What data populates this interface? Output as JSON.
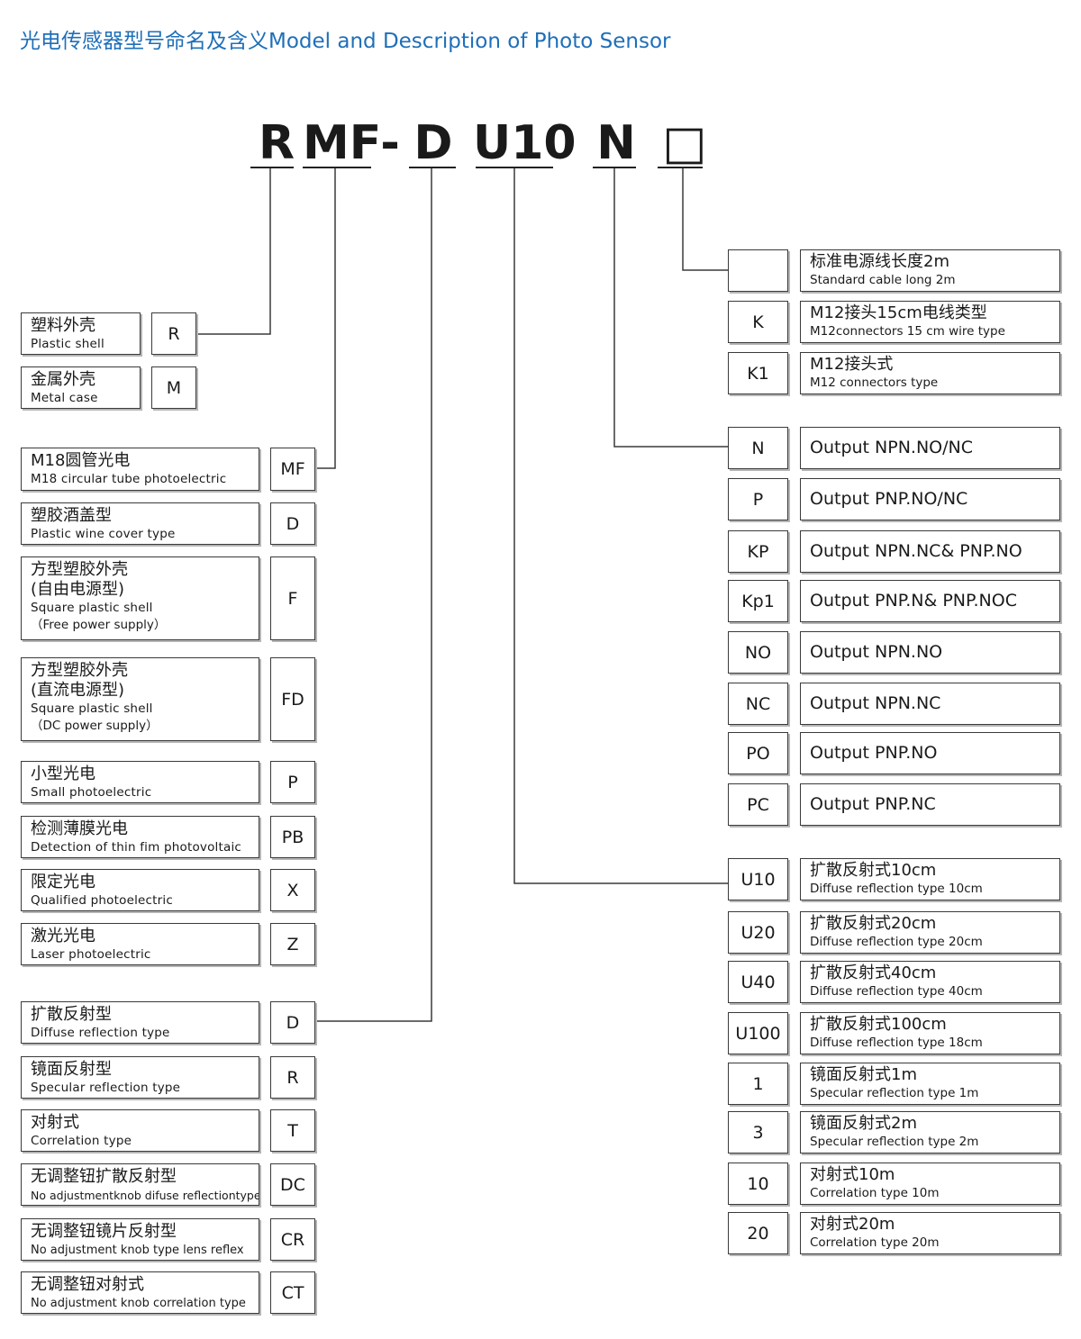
{
  "title": {
    "zh": "光电传感器型号命名及含义",
    "en": "Model and Description of Photo Sensor"
  },
  "model_code": {
    "part1": "R",
    "part2": "MF",
    "dash": "-",
    "part3": "D",
    "part4": "U10",
    "part5": "N",
    "part6": "□"
  },
  "shell": [
    {
      "zh": "塑料外壳",
      "en": "Plastic shell",
      "code": "R"
    },
    {
      "zh": "金属外壳",
      "en": "Metal case",
      "code": "M"
    }
  ],
  "form": [
    {
      "zh": "M18圆管光电",
      "en": "M18 circular tube photoelectric",
      "code": "MF"
    },
    {
      "zh": "塑胶酒盖型",
      "en": "Plastic wine cover type",
      "code": "D"
    },
    {
      "zh": "方型塑胶外壳",
      "zh2": "(自由电源型)",
      "en": "Square plastic shell",
      "en2": "（Free power supply）",
      "code": "F"
    },
    {
      "zh": "方型塑胶外壳",
      "zh2": "(直流电源型)",
      "en": "Square plastic shell",
      "en2": "（DC power supply）",
      "code": "FD"
    },
    {
      "zh": "小型光电",
      "en": "Small photoelectric",
      "code": "P"
    },
    {
      "zh": "检测薄膜光电",
      "en": "Detection of thin fim photovoltaic",
      "code": "PB"
    },
    {
      "zh": "限定光电",
      "en": "Qualified photoelectric",
      "code": "X"
    },
    {
      "zh": "激光光电",
      "en": "Laser photoelectric",
      "code": "Z"
    }
  ],
  "detection": [
    {
      "zh": "扩散反射型",
      "en": "Diffuse reflection type",
      "code": "D"
    },
    {
      "zh": "镜面反射型",
      "en": "Specular reflection type",
      "code": "R"
    },
    {
      "zh": "对射式",
      "en": "Correlation type",
      "code": "T"
    },
    {
      "zh": "无调整钮扩散反射型",
      "en": "No adjustmentknob difuse reflectiontype",
      "code": "DC"
    },
    {
      "zh": "无调整钮镜片反射型",
      "en": "No adjustment knob type lens reflex",
      "code": "CR"
    },
    {
      "zh": "无调整钮对射式",
      "en": "No adjustment knob correlation type",
      "code": "CT"
    }
  ],
  "connection": [
    {
      "code": "",
      "zh": "标准电源线长度2m",
      "en": "Standard cable long 2m"
    },
    {
      "code": "K",
      "zh": "M12接头15cm电线类型",
      "en": "M12connectors 15 cm wire type"
    },
    {
      "code": "K1",
      "zh": "M12接头式",
      "en": "M12 connectors type"
    }
  ],
  "output": [
    {
      "code": "N",
      "text": "Output NPN.NO/NC"
    },
    {
      "code": "P",
      "text": "Output PNP.NO/NC"
    },
    {
      "code": "KP",
      "text": "Output NPN.NC& PNP.NO"
    },
    {
      "code": "Kp1",
      "text": "Output PNP.N& PNP.NOC"
    },
    {
      "code": "NO",
      "text": "Output NPN.NO"
    },
    {
      "code": "NC",
      "text": "Output NPN.NC"
    },
    {
      "code": "PO",
      "text": "Output PNP.NO"
    },
    {
      "code": "PC",
      "text": "Output PNP.NC"
    }
  ],
  "distance": [
    {
      "code": "U10",
      "zh": "扩散反射式10cm",
      "en": "Diffuse reflection type 10cm"
    },
    {
      "code": "U20",
      "zh": "扩散反射式20cm",
      "en": "Diffuse reflection type 20cm"
    },
    {
      "code": "U40",
      "zh": "扩散反射式40cm",
      "en": "Diffuse reflection type 40cm"
    },
    {
      "code": "U100",
      "zh": "扩散反射式100cm",
      "en": "Diffuse reflection type 18cm"
    },
    {
      "code": "1",
      "zh": "镜面反射式1m",
      "en": "Specular reflection type 1m"
    },
    {
      "code": "3",
      "zh": "镜面反射式2m",
      "en": "Specular reflection type 2m"
    },
    {
      "code": "10",
      "zh": "对射式10m",
      "en": "Correlation type 10m"
    },
    {
      "code": "20",
      "zh": "对射式20m",
      "en": "Correlation type 20m"
    }
  ]
}
